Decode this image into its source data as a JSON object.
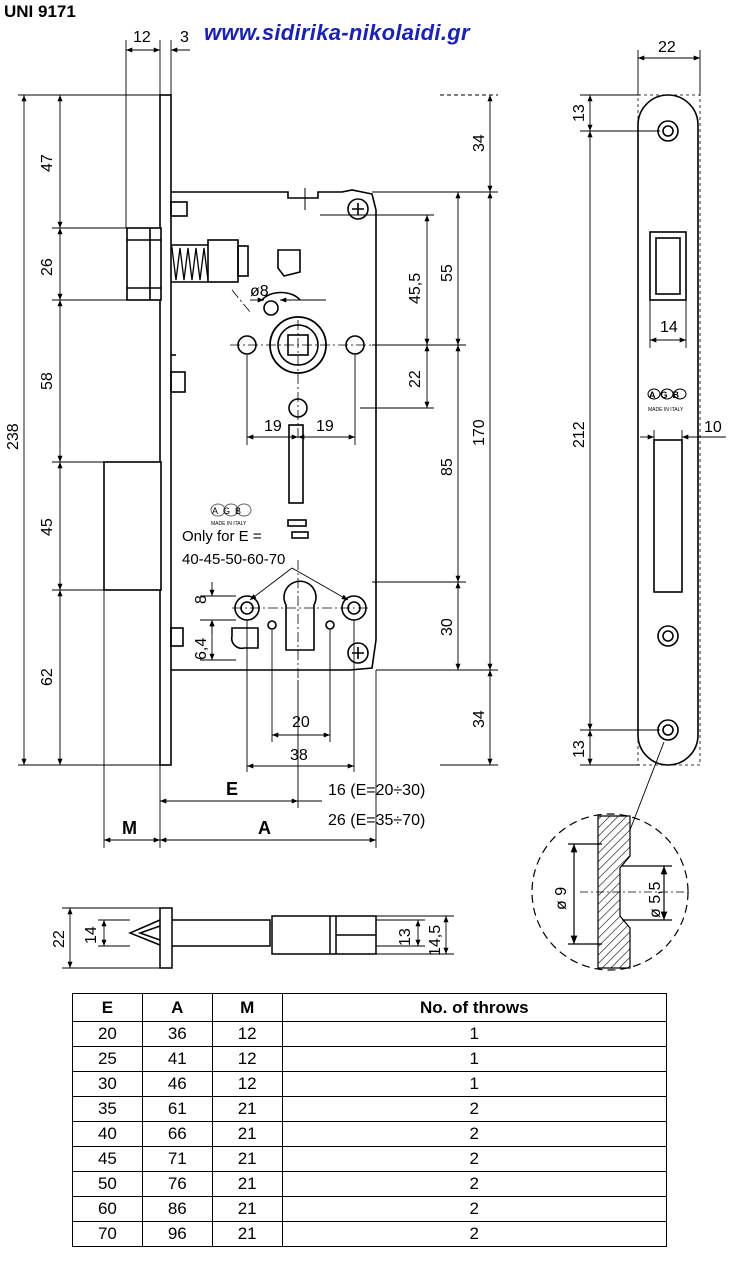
{
  "title": "UNI 9171",
  "url": "www.sidirika-nikolaidi.gr",
  "brand_mark": "AGB",
  "brand_sub": "MADE IN ITALY",
  "note": {
    "line1": "Only for E =",
    "line2": "40-45-50-60-70"
  },
  "dims": {
    "d12": "12",
    "d3": "3",
    "d22": "22",
    "d47": "47",
    "d26": "26",
    "d58": "58",
    "d238": "238",
    "d45": "45",
    "d62": "62",
    "d34a": "34",
    "d55": "55",
    "d455": "45,5",
    "d8dia": "ø8",
    "d22b": "22",
    "d170": "170",
    "d85": "85",
    "d19a": "19",
    "d19b": "19",
    "d8": "8",
    "d64": "6,4",
    "d30": "30",
    "d34b": "34",
    "d20": "20",
    "d38": "38",
    "dE": "E",
    "dA": "A",
    "dM": "M",
    "d16": "16 (E=20÷30)",
    "d26e": "26 (E=35÷70)",
    "d13a": "13",
    "d212": "212",
    "d13b": "13",
    "d14": "14",
    "d10": "10",
    "d9": "ø 9",
    "d55s": "ø 5,5",
    "b22": "22",
    "b14": "14",
    "b13": "13",
    "b145": "14,5"
  },
  "table": {
    "headers": [
      "E",
      "A",
      "M",
      "No. of throws"
    ],
    "rows": [
      [
        "20",
        "36",
        "12",
        "1"
      ],
      [
        "25",
        "41",
        "12",
        "1"
      ],
      [
        "30",
        "46",
        "12",
        "1"
      ],
      [
        "35",
        "61",
        "21",
        "2"
      ],
      [
        "40",
        "66",
        "21",
        "2"
      ],
      [
        "45",
        "71",
        "21",
        "2"
      ],
      [
        "50",
        "76",
        "21",
        "2"
      ],
      [
        "60",
        "86",
        "21",
        "2"
      ],
      [
        "70",
        "96",
        "21",
        "2"
      ]
    ]
  }
}
